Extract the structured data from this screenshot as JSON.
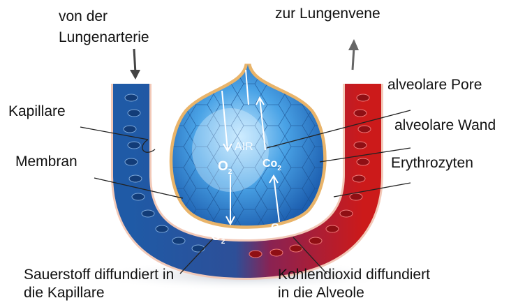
{
  "labels": {
    "from_artery": [
      "von der",
      "Lungenarterie"
    ],
    "to_vein": "zur Lungenvene",
    "capillary": "Kapillare",
    "membrane": "Membran",
    "alveolar_pore": "alveolare Pore",
    "alveolar_wall": "alveolare Wand",
    "erythrocytes": "Erythrozyten",
    "oxygen_diffuses": [
      "Sauerstoff diffundiert in",
      "die Kapillare"
    ],
    "co2_diffuses": [
      "Kohlendioxid diffundiert",
      "in die Alveole"
    ]
  },
  "inner": {
    "air": "AIR",
    "o2_main": "O",
    "o2_sub": "2",
    "co2_main": "Co",
    "co2_sub": "2"
  },
  "colors": {
    "deoxygenated_blood": "#1f5aa6",
    "oxygenated_blood": "#cc1a1a",
    "alveolus": "#3f9be0",
    "membrane": "#e9b46a"
  }
}
